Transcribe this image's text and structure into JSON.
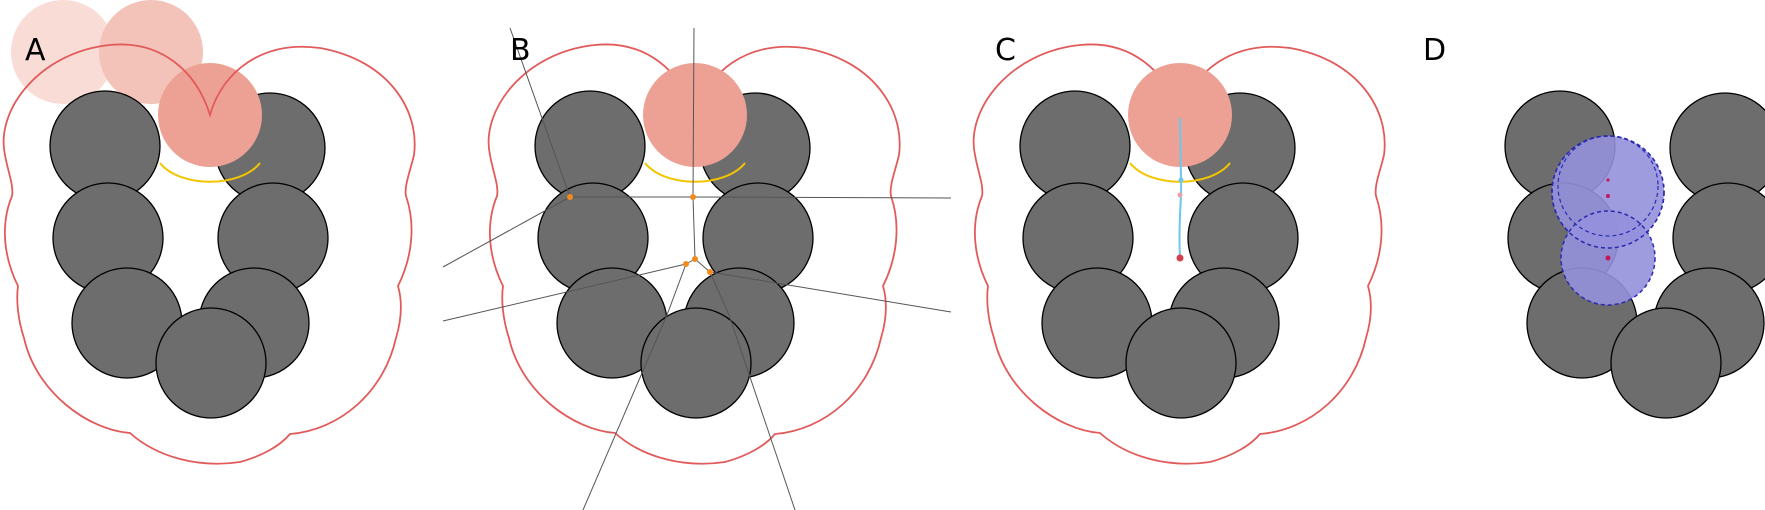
{
  "panels": [
    {
      "label": "A"
    },
    {
      "label": "B"
    },
    {
      "label": "C"
    },
    {
      "label": "D"
    }
  ],
  "colors": {
    "atom_fill": "#6d6d6d",
    "atom_stroke": "#000000",
    "surface_line": "#e25b5b",
    "probe_fill": "#eda195",
    "probe_faint_1": "#f9dcd6",
    "probe_faint_2": "#f3c2b9",
    "contact_arc": "#f2c500",
    "voronoi_edge": "#555555",
    "voronoi_vertex": "#f28a1e",
    "channel_path": "#6cc7ec",
    "channel_node": "#d1414a",
    "cavity_fill": "#9590dc",
    "cavity_stroke": "#2b2bb0",
    "cavity_center": "#c2185b"
  }
}
